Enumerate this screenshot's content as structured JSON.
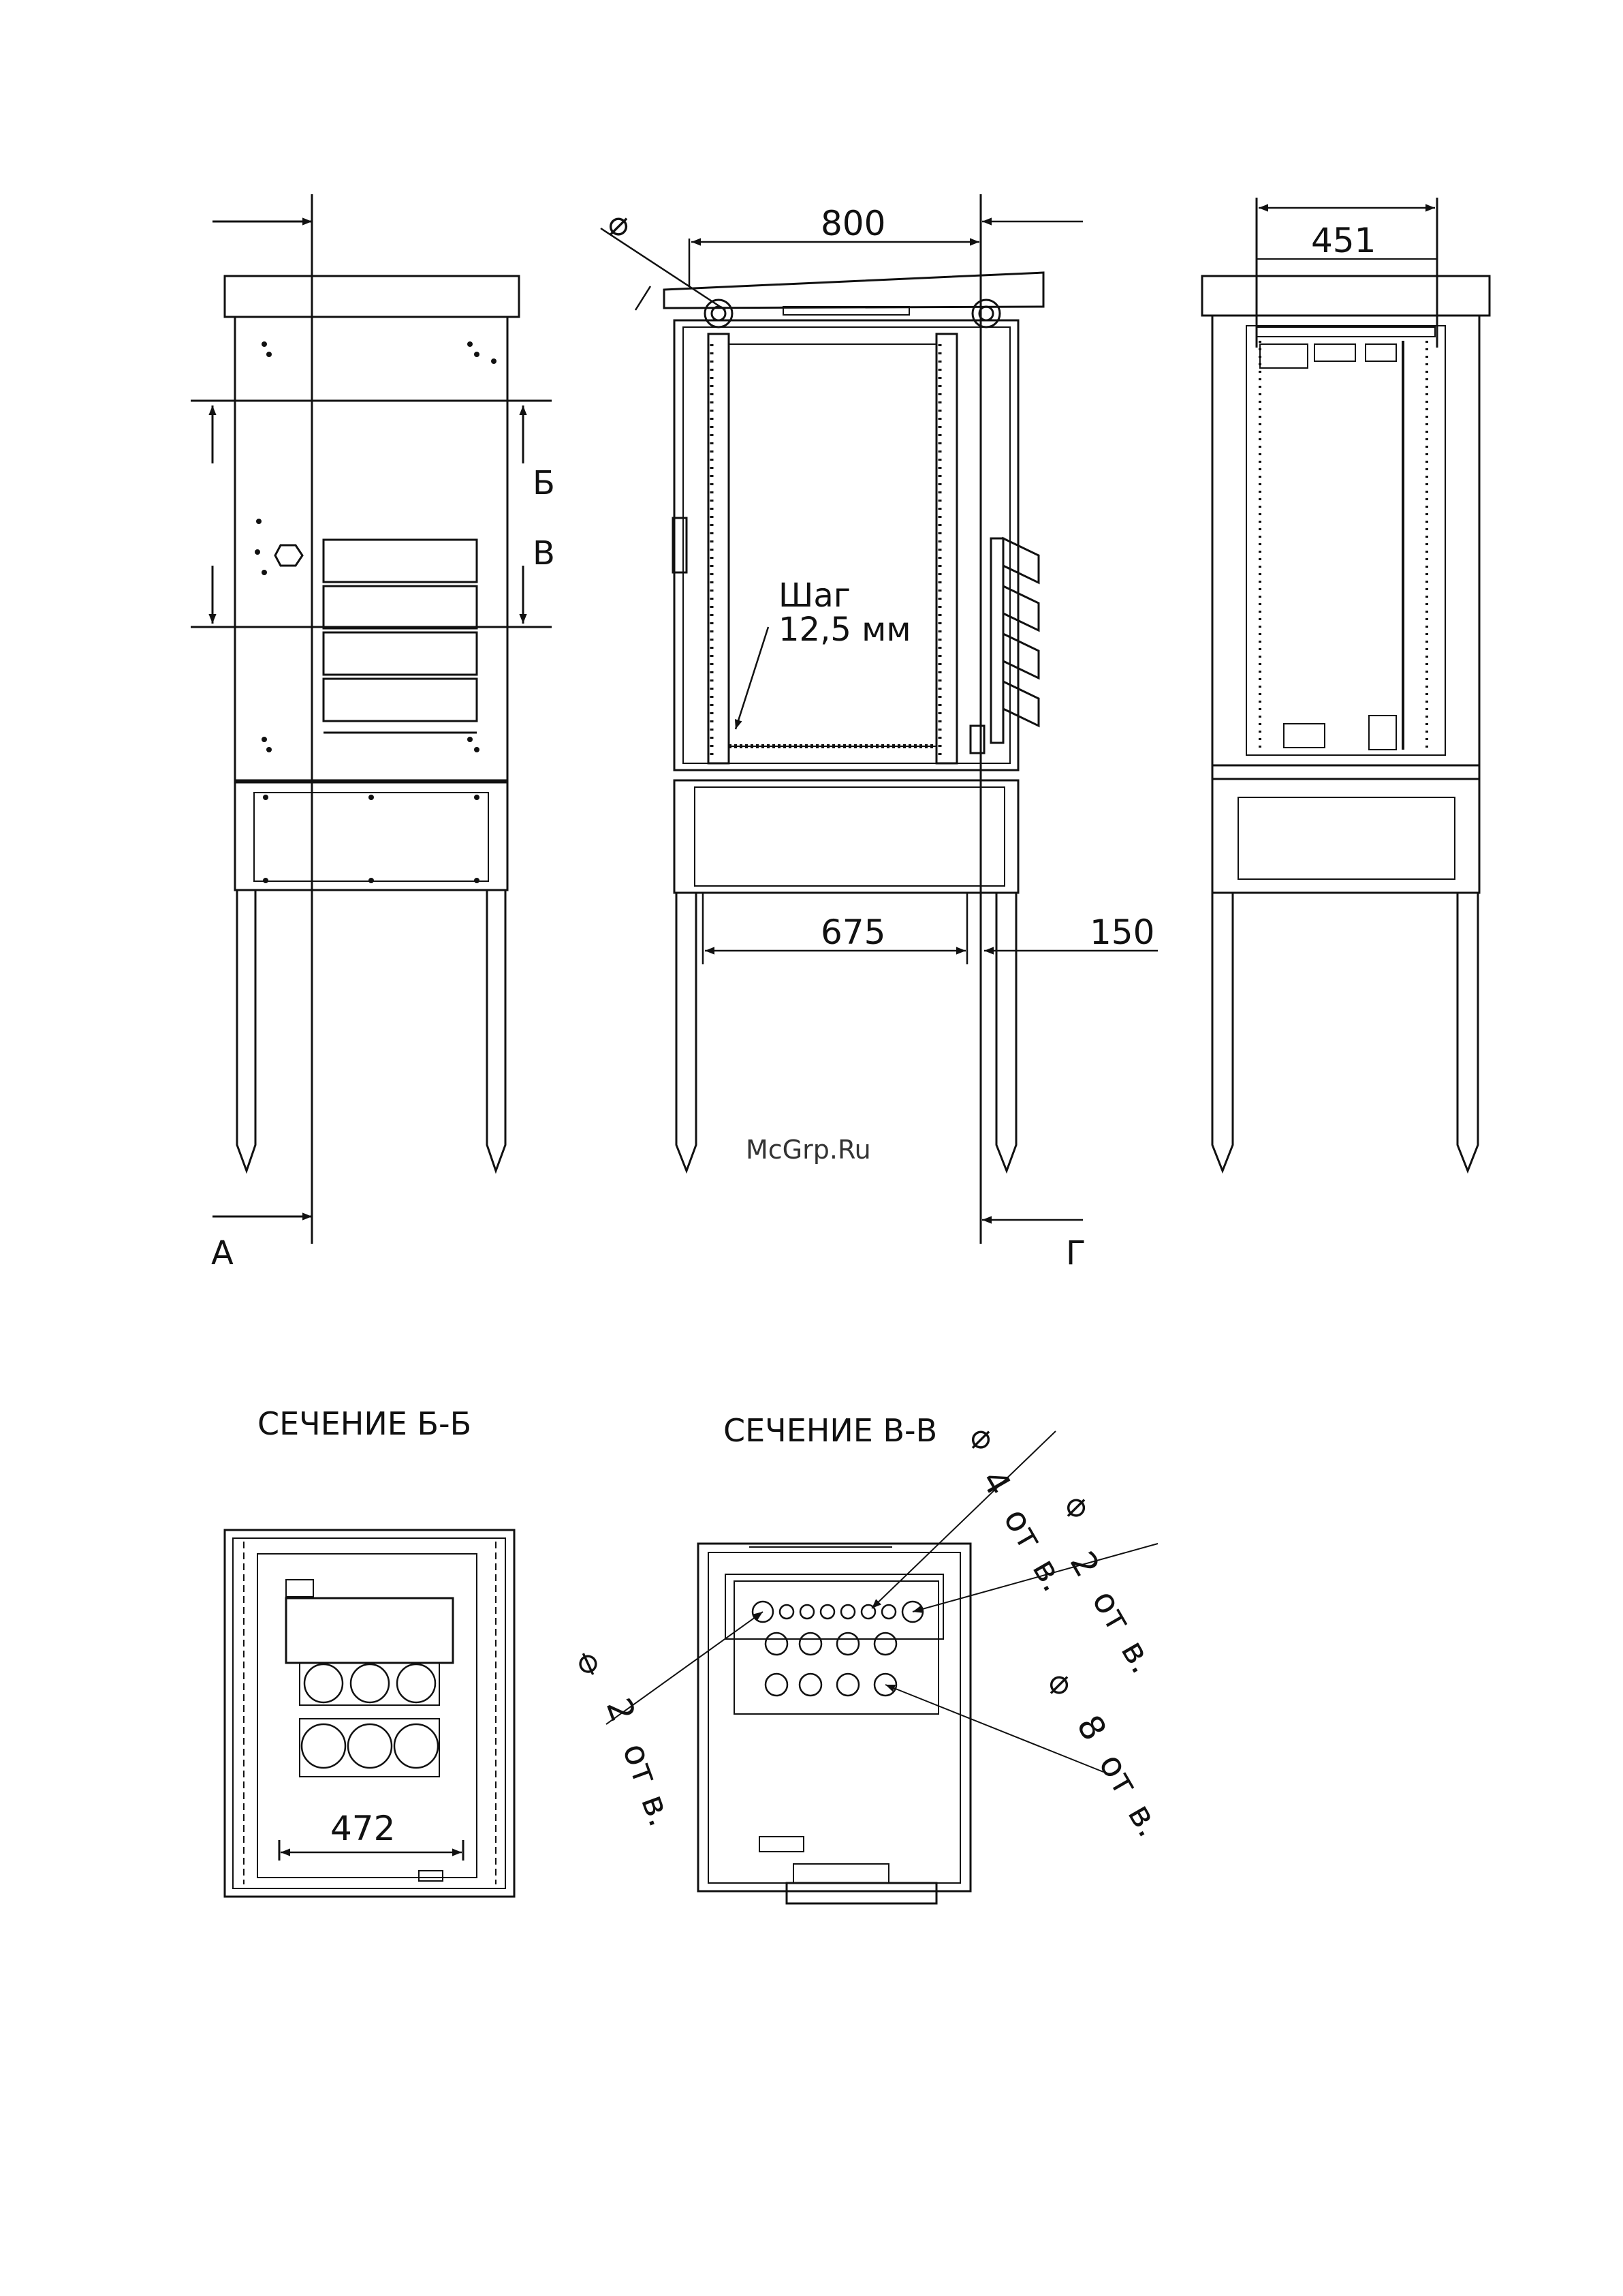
{
  "labels": {
    "width_800": "800",
    "width_451": "451",
    "width_675": "675",
    "width_150": "150",
    "width_472": "472",
    "pitch_line1": "Шаг",
    "pitch_line2": "12,5 мм",
    "mark_a": "А",
    "mark_b": "Б",
    "mark_v": "В",
    "mark_g": "Г",
    "section_bb": "СЕЧЕНИЕ Б-Б",
    "section_vv": "СЕЧЕНИЕ В-В",
    "diameter_sign": "⌀",
    "hole_4_count": "4",
    "hole_2_top_count": "2",
    "hole_2_left_count": "2",
    "hole_8_count": "8",
    "holes_suffix_ot": "от",
    "holes_suffix_v": "в.",
    "watermark": "McGrp.Ru"
  },
  "colors": {
    "line": "#111111",
    "background": "#ffffff",
    "watermark": "#333333"
  }
}
